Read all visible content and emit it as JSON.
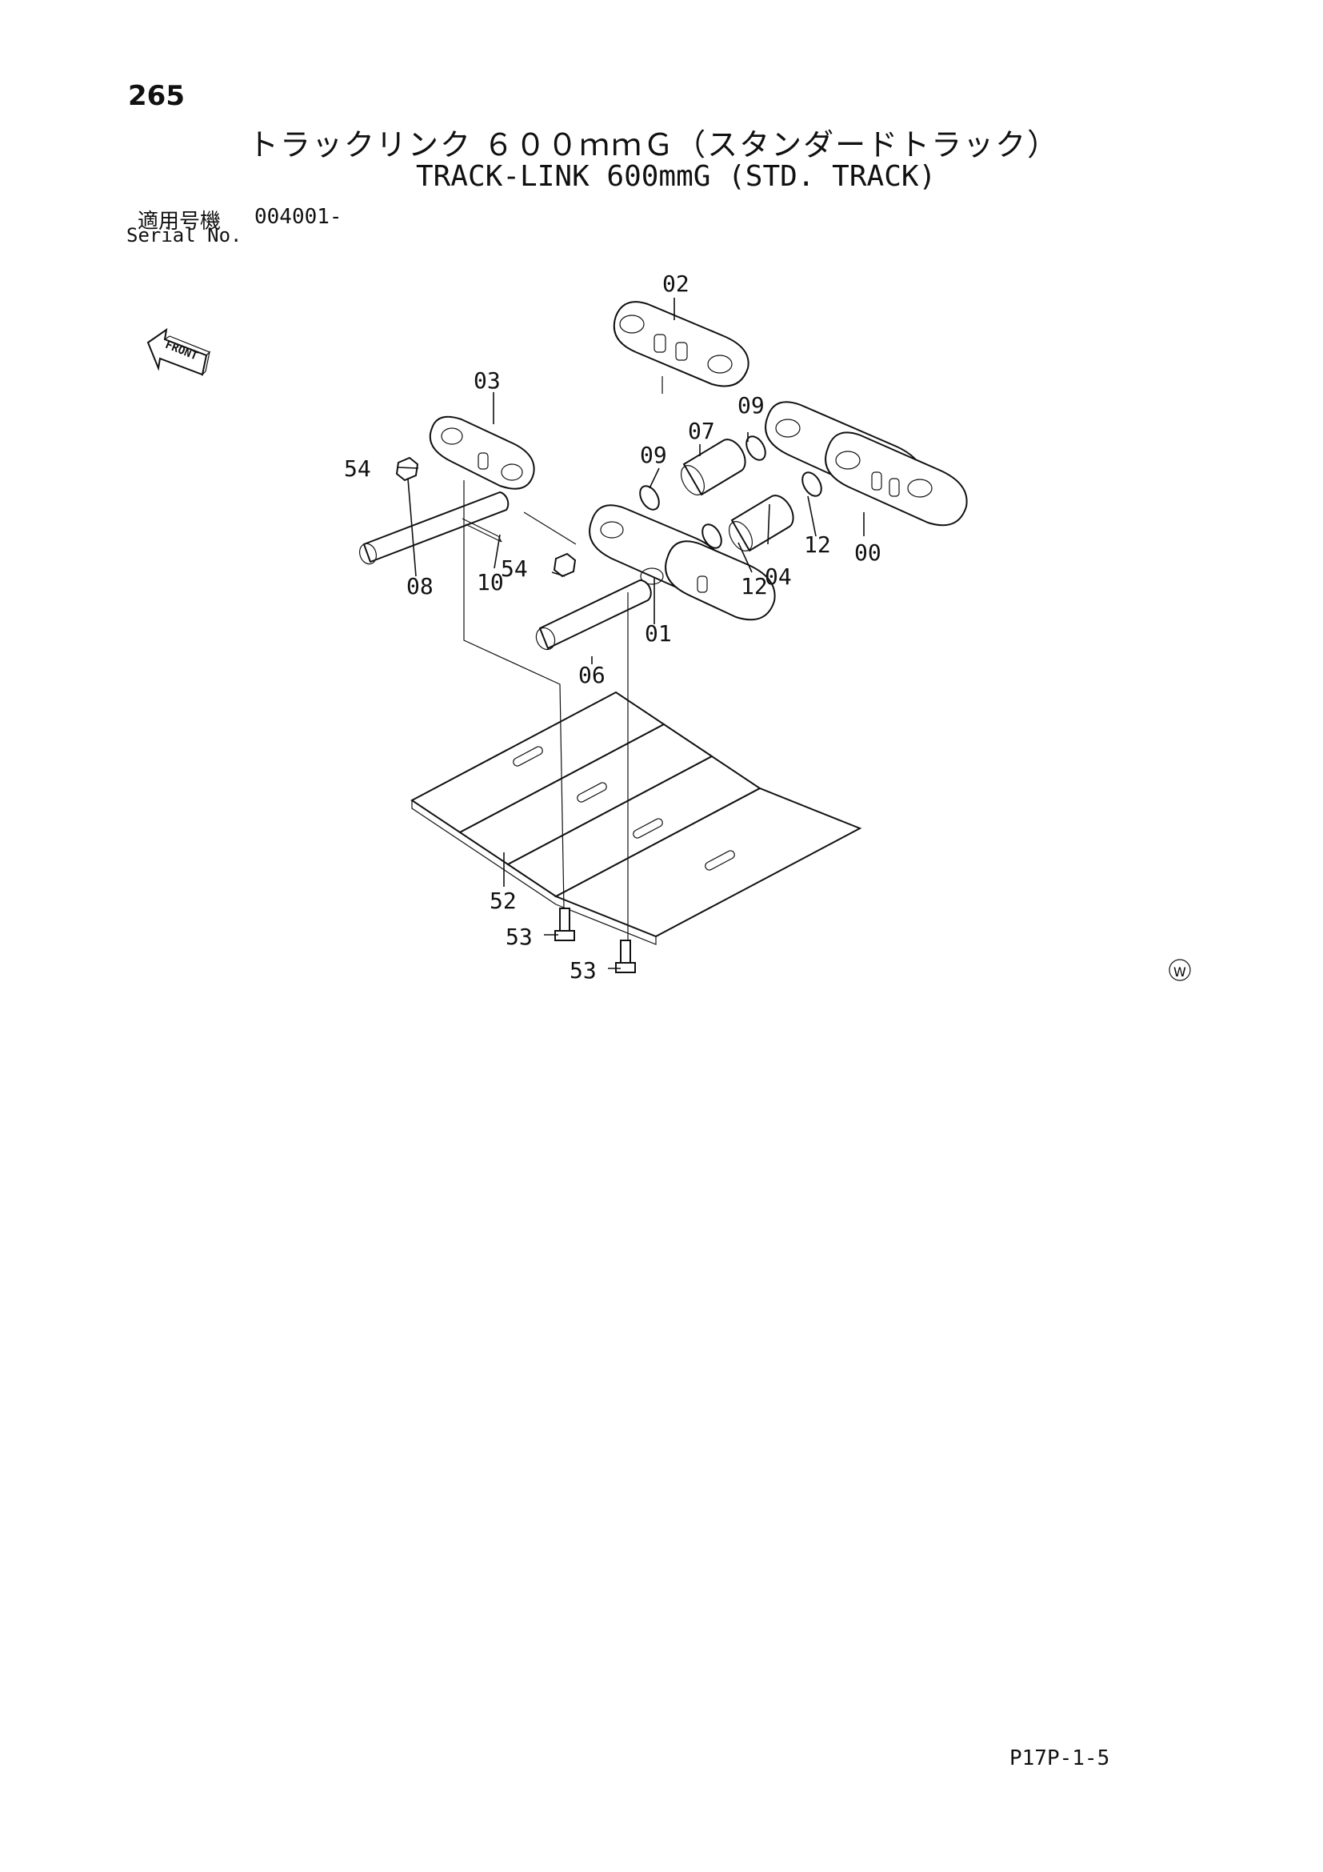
{
  "page_number": "265",
  "title_jp": "トラックリンク ６００ｍｍＧ（スタンダードトラック）",
  "title_en": "TRACK-LINK 600mmG (STD. TRACK)",
  "serial": {
    "label_jp": "適用号機",
    "value": "004001-",
    "label_en": "Serial No."
  },
  "front_label": "FRONT",
  "watermark_symbol": "W",
  "page_code": "P17P-1-5",
  "diagram": {
    "callouts": [
      "02",
      "03",
      "09",
      "07",
      "09",
      "54",
      "10",
      "08",
      "54",
      "01",
      "06",
      "12",
      "04",
      "12",
      "00",
      "52",
      "53",
      "53"
    ]
  }
}
